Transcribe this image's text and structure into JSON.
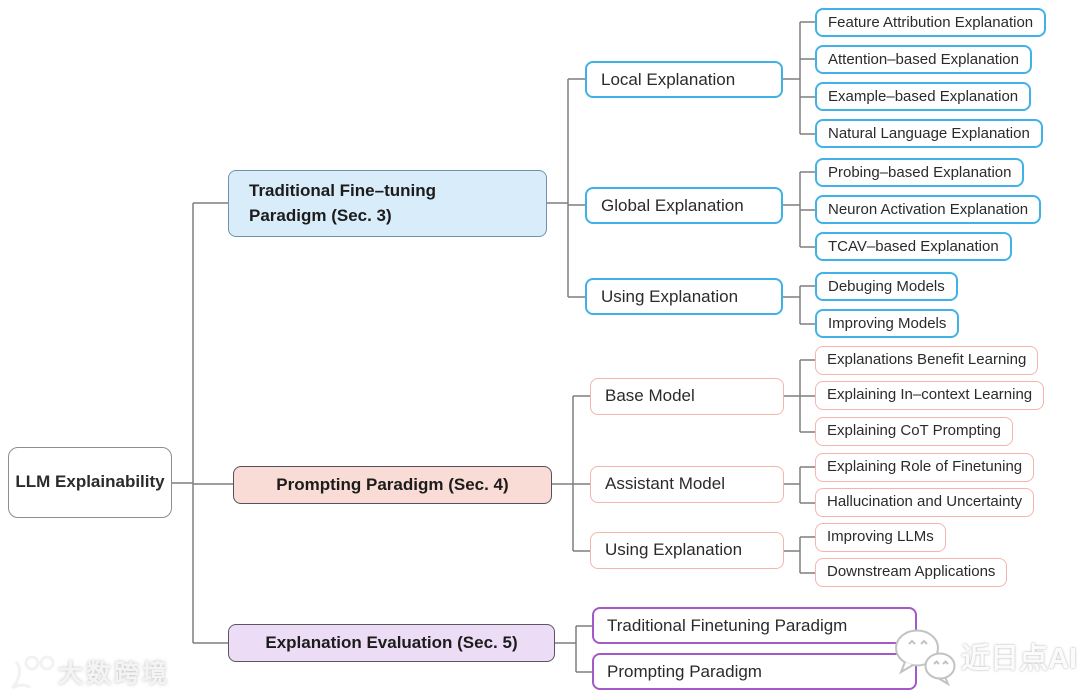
{
  "root": {
    "label": "LLM Explainability"
  },
  "branches": [
    {
      "label": "Traditional Fine–tuning Paradigm (Sec. 3)",
      "fill": "#d8ecf9",
      "accent": "#41b2e8",
      "children": [
        {
          "label": "Local Explanation",
          "children": [
            {
              "label": "Feature Attribution Explanation"
            },
            {
              "label": "Attention–based Explanation"
            },
            {
              "label": "Example–based Explanation"
            },
            {
              "label": "Natural Language Explanation"
            }
          ]
        },
        {
          "label": "Global Explanation",
          "children": [
            {
              "label": "Probing–based Explanation"
            },
            {
              "label": "Neuron Activation Explanation"
            },
            {
              "label": "TCAV–based Explanation"
            }
          ]
        },
        {
          "label": "Using Explanation",
          "children": [
            {
              "label": "Debuging Models"
            },
            {
              "label": "Improving Models"
            }
          ]
        }
      ]
    },
    {
      "label": "Prompting Paradigm (Sec. 4)",
      "fill": "#f9dcd6",
      "accent": "#f5b5ac",
      "children": [
        {
          "label": "Base Model",
          "children": [
            {
              "label": "Explanations Benefit Learning"
            },
            {
              "label": "Explaining In–context Learning"
            },
            {
              "label": "Explaining CoT Prompting"
            }
          ]
        },
        {
          "label": "Assistant Model",
          "children": [
            {
              "label": "Explaining Role of Finetuning"
            },
            {
              "label": "Hallucination and Uncertainty"
            }
          ]
        },
        {
          "label": "Using Explanation",
          "children": [
            {
              "label": "Improving LLMs"
            },
            {
              "label": "Downstream Applications"
            }
          ]
        }
      ]
    },
    {
      "label": "Explanation Evaluation (Sec. 5)",
      "fill": "#ecdcf5",
      "accent": "#a558c8",
      "children": [
        {
          "label": "Traditional Finetuning Paradigm"
        },
        {
          "label": "Prompting Paradigm"
        }
      ]
    }
  ],
  "watermarks": {
    "bottom_left": "大数跨境",
    "bottom_right": "近日点AI"
  },
  "colors": {
    "blue_fill": "#d8ecf9",
    "blue_border": "#41b2e8",
    "pink_fill": "#f9dcd6",
    "pink_border": "#f5b5ac",
    "purple_fill": "#ecdcf5",
    "purple_border": "#a558c8",
    "connector": "#7f7f7f",
    "text": "#2b2b2b"
  }
}
